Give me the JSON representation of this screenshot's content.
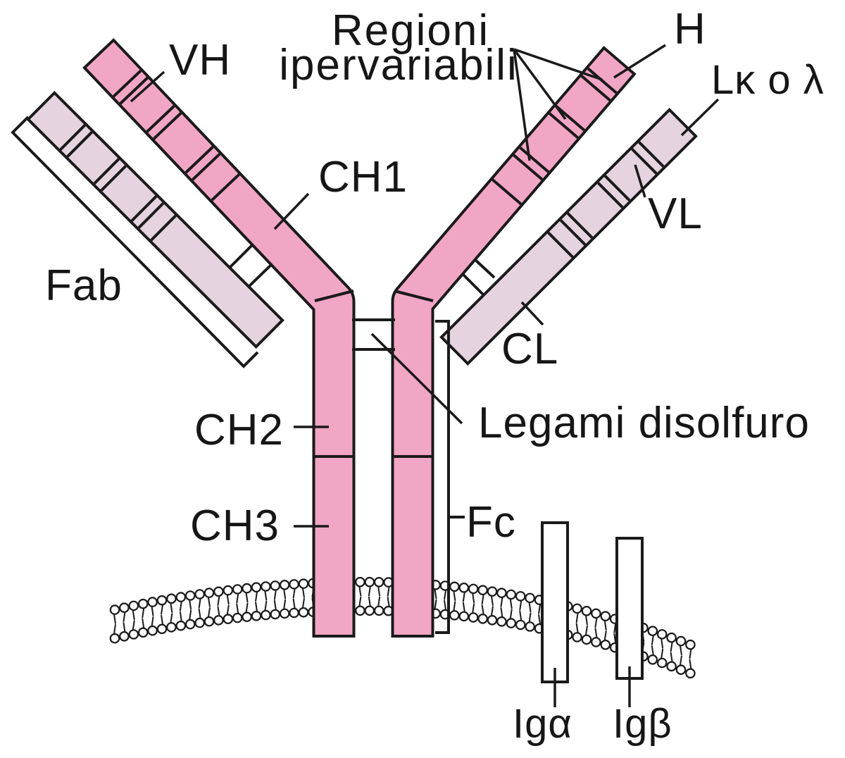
{
  "figure": {
    "description_language": "Italian",
    "colors": {
      "heavy_chain_pink": "#F2A6C6",
      "light_chain_pink": "#E5D3DF",
      "outline_black": "#1A1A1A",
      "background": "#FFFFFF"
    },
    "labels": {
      "hypervariable_line1": "Regioni",
      "hypervariable_line2": "ipervariabili",
      "vh": "VH",
      "ch1": "CH1",
      "heavy_chain": "H",
      "light_chain_kappa_lambda": "Lκ o λ",
      "vl": "VL",
      "cl": "CL",
      "fab": "Fab",
      "ch2": "CH2",
      "ch3": "CH3",
      "fc": "Fc",
      "disulfide_bonds": "Legami disolfuro",
      "ig_alpha": "Igα",
      "ig_beta": "Igβ"
    }
  }
}
